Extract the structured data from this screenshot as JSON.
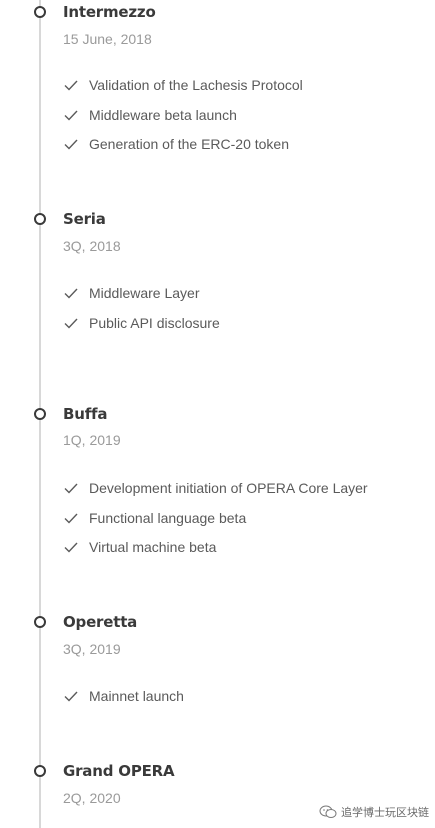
{
  "timeline": {
    "phases": [
      {
        "name": "Intermezzo",
        "date": "15 June, 2018",
        "milestones": [
          "Validation of the Lachesis Protocol",
          "Middleware beta launch",
          "Generation of the ERC-20 token"
        ]
      },
      {
        "name": "Seria",
        "date": "3Q, 2018",
        "milestones": [
          "Middleware Layer",
          "Public API disclosure"
        ]
      },
      {
        "name": "Buffa",
        "date": "1Q, 2019",
        "milestones": [
          "Development initiation of OPERA Core Layer",
          "Functional language beta",
          "Virtual machine beta"
        ]
      },
      {
        "name": "Operetta",
        "date": "3Q, 2019",
        "milestones": [
          "Mainnet launch"
        ]
      },
      {
        "name": "Grand OPERA",
        "date": "2Q, 2020",
        "milestones": []
      }
    ]
  },
  "watermark": {
    "text": "追学博士玩区块链",
    "icon": "wechat-icon"
  },
  "colors": {
    "heading": "#3a3a3a",
    "date": "#9a9a9a",
    "text": "#5a5a5a",
    "line": "#d8d8d8"
  }
}
